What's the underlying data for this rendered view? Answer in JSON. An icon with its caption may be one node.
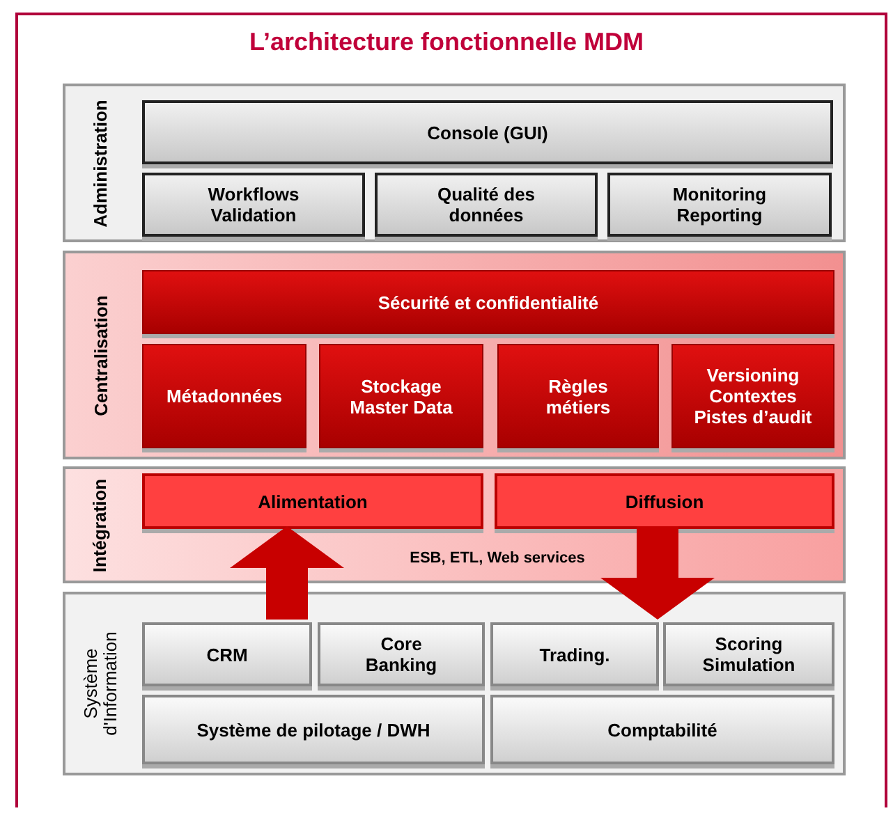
{
  "diagram": {
    "title": "L’architecture fonctionnelle MDM",
    "nodes": [
      {
        "text": [
          "Administration"
        ]
      },
      {
        "text": [
          "Console (GUI)"
        ],
        "in": 0
      },
      {
        "text": [
          "Workflows Validation"
        ],
        "in": 0
      },
      {
        "text": [
          "Qualité des données"
        ],
        "in": 0
      },
      {
        "text": [
          "Monitoring Reporting"
        ],
        "in": 0
      },
      {
        "text": [
          "Centralisation"
        ]
      },
      {
        "text": [
          "Sécurité et confidentialité"
        ],
        "in": 5
      },
      {
        "text": [
          "Métadonnées"
        ],
        "in": 5
      },
      {
        "text": [
          "Stockage Master Data"
        ],
        "in": 5
      },
      {
        "text": [
          "Règles métiers"
        ],
        "in": 5
      },
      {
        "text": [
          "Versioning Contextes Pistes d’audit"
        ],
        "in": 5
      },
      {
        "text": [
          "Intégration",
          "ESB, ETL, Web services"
        ]
      },
      {
        "text": [
          "Alimentation"
        ],
        "in": 11
      },
      {
        "text": [
          "Diffusion"
        ],
        "in": 11
      },
      {
        "text": [
          "Système d'Information"
        ]
      },
      {
        "text": [
          "CRM"
        ],
        "in": 14
      },
      {
        "text": [
          "Core Banking"
        ],
        "in": 14
      },
      {
        "text": [
          "Trading."
        ],
        "in": 14
      },
      {
        "text": [
          "Scoring Simulation"
        ],
        "in": 14
      },
      {
        "text": [
          "Système de pilotage / DWH"
        ],
        "in": 14
      },
      {
        "text": [
          "Comptabilité"
        ],
        "in": 14
      }
    ],
    "edges": [
      {
        "from": 15,
        "to": 12,
        "arrow": "to"
      },
      {
        "from": 13,
        "to": 17,
        "arrow": "to"
      }
    ]
  }
}
